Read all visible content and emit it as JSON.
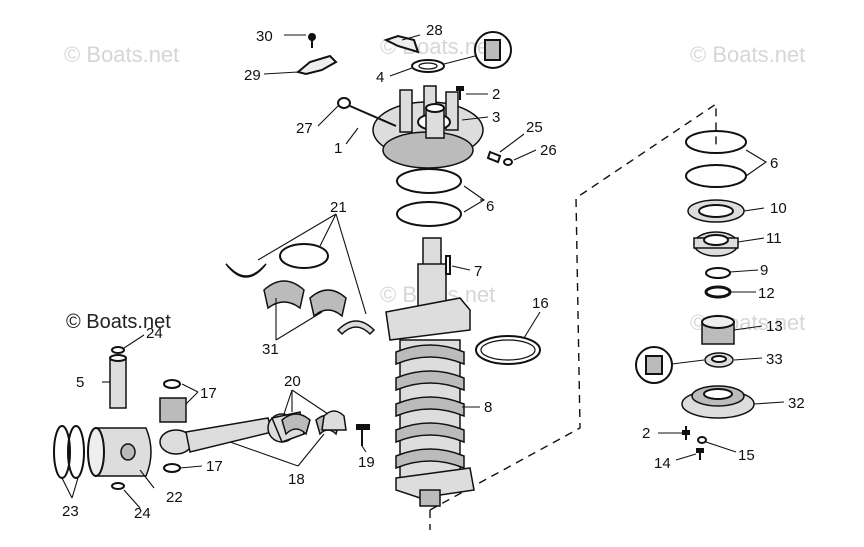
{
  "watermarks": {
    "top_left": "© Boats.net",
    "top_right": "© Boats.net",
    "mid_left": "© Boats.net",
    "center_top": "© Boats.net",
    "center_mid": "© Boats.net",
    "right_mid": "© Boats.net"
  },
  "callouts": {
    "p1": "1",
    "p2a": "2",
    "p2b": "2",
    "p3": "3",
    "p4": "4",
    "p5": "5",
    "p6a": "6",
    "p6b": "6",
    "p7": "7",
    "p8": "8",
    "p9": "9",
    "p10": "10",
    "p11": "11",
    "p12": "12",
    "p13": "13",
    "p14": "14",
    "p15": "15",
    "p16": "16",
    "p17a": "17",
    "p17b": "17",
    "p18": "18",
    "p19": "19",
    "p20": "20",
    "p21": "21",
    "p22": "22",
    "p23": "23",
    "p24a": "24",
    "p24b": "24",
    "p25": "25",
    "p26": "26",
    "p27": "27",
    "p28": "28",
    "p29": "29",
    "p30": "30",
    "p31": "31",
    "p32": "32",
    "p33": "33"
  }
}
